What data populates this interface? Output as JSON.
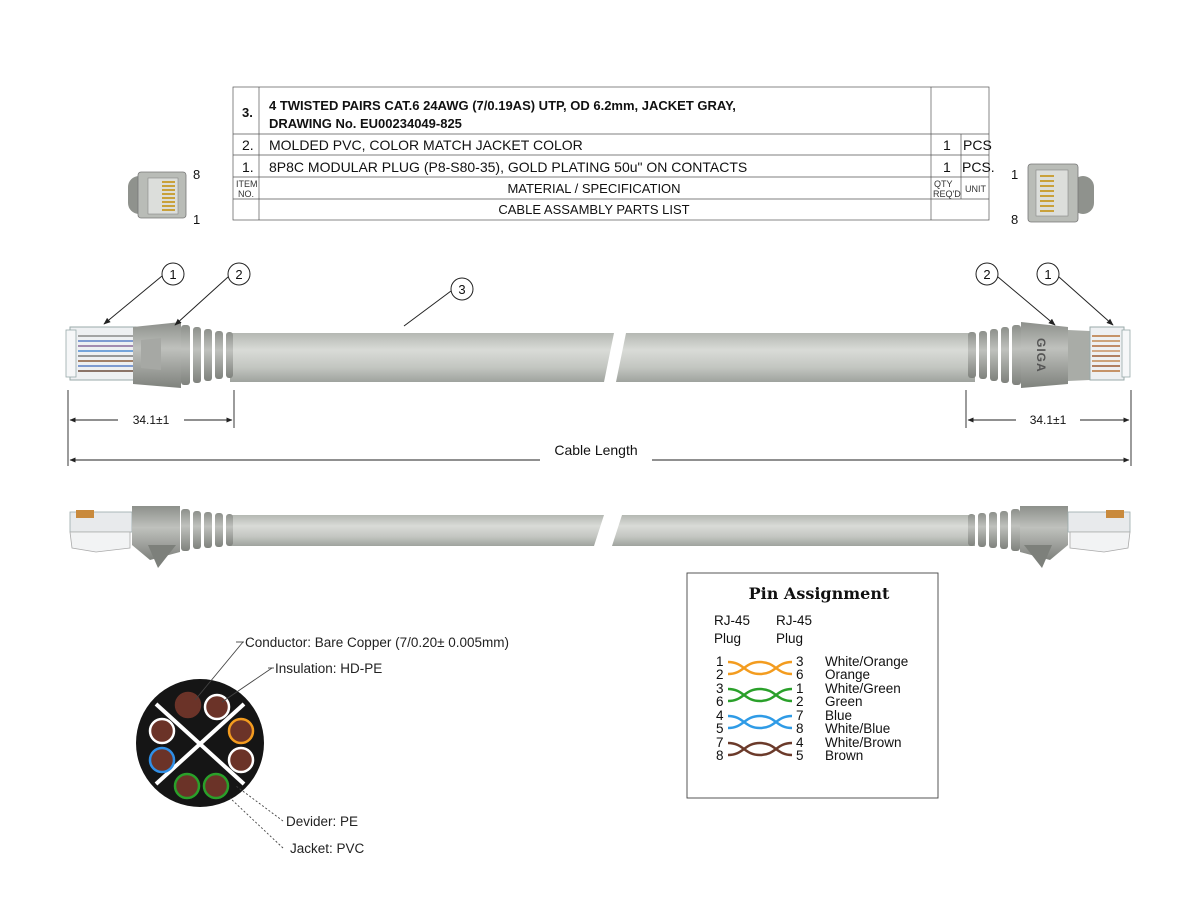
{
  "parts_table": {
    "rows": [
      {
        "no": "3.",
        "spec_line1": "4 TWISTED PAIRS CAT.6 24AWG (7/0.19AS) UTP, OD 6.2mm, JACKET GRAY,",
        "spec_line2": "DRAWING No. EU00234049-825",
        "qty": "",
        "unit": ""
      },
      {
        "no": "2.",
        "spec": "MOLDED PVC, COLOR MATCH JACKET COLOR",
        "qty": "1",
        "unit": "PCS"
      },
      {
        "no": "1.",
        "spec": "8P8C MODULAR PLUG (P8-S80-35), GOLD PLATING 50u\" ON CONTACTS",
        "qty": "1",
        "unit": "PCS."
      }
    ],
    "header": {
      "item_l1": "ITEM",
      "item_l2": "NO.",
      "spec": "MATERIAL / SPECIFICATION",
      "qty_l1": "QTY",
      "qty_l2": "REQ'D",
      "unit": "UNIT"
    },
    "caption": "CABLE ASSAMBLY PARTS LIST"
  },
  "plug_pins": {
    "left_top": "8",
    "left_bottom": "1",
    "right_top": "1",
    "right_bottom": "8"
  },
  "callouts": {
    "c1": "1",
    "c2": "2",
    "c3": "3"
  },
  "boot_marking": "GIGA",
  "dimensions": {
    "left": "34.1±1",
    "right": "34.1±1",
    "cable_length": "Cable Length"
  },
  "cross_section": {
    "conductor": "Conductor: Bare Copper (7/0.20± 0.005mm)",
    "insulation": "Insulation: HD-PE",
    "divider": "Devider: PE",
    "jacket": "Jacket: PVC"
  },
  "pin_assignment": {
    "title": "Pin Assignment",
    "col1_l1": "RJ-45",
    "col1_l2": "Plug",
    "col2_l1": "RJ-45",
    "col2_l2": "Plug",
    "pairs": [
      {
        "a": "1",
        "b": "2",
        "c": "3",
        "d": "6",
        "name1": "White/Orange",
        "name2": "Orange",
        "color": "#f39c1f"
      },
      {
        "a": "3",
        "b": "6",
        "c": "1",
        "d": "2",
        "name1": "White/Green",
        "name2": "Green",
        "color": "#2aa02a"
      },
      {
        "a": "4",
        "b": "5",
        "c": "7",
        "d": "8",
        "name1": "Blue",
        "name2": "White/Blue",
        "color": "#2f9be6"
      },
      {
        "a": "7",
        "b": "8",
        "c": "4",
        "d": "5",
        "name1": "White/Brown",
        "name2": "Brown",
        "color": "#6b3a2a"
      }
    ]
  },
  "colors": {
    "cable_gray": "#c8cac6",
    "boot_gray": "#9b9d99",
    "line": "#333333"
  }
}
